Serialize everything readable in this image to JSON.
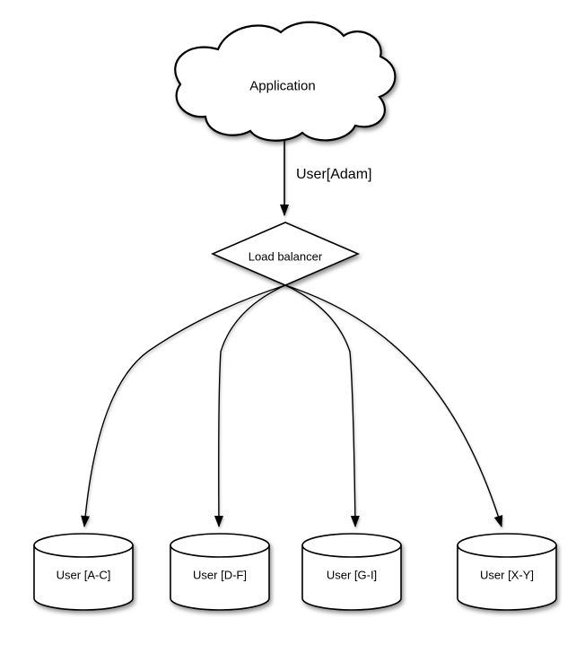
{
  "page": {
    "background_color": "#ffffff",
    "stroke_color": "#000000",
    "shape_fill_color": "#ffffff",
    "text_color": "#000000"
  },
  "diagram": {
    "type": "sharding-architecture-flow",
    "nodes": {
      "application": {
        "label": "Application",
        "shape": "cloud"
      },
      "load_balancer": {
        "label": "Load balancer",
        "shape": "diamond"
      },
      "shards": [
        {
          "label": "User [A-C]",
          "shape": "cylinder"
        },
        {
          "label": "User [D-F]",
          "shape": "cylinder"
        },
        {
          "label": "User [G-I]",
          "shape": "cylinder"
        },
        {
          "label": "User [X-Y]",
          "shape": "cylinder"
        }
      ]
    },
    "edges": {
      "app_to_lb": {
        "from": "Application",
        "to": "Load balancer",
        "label": "User[Adam]",
        "style": "straight-arrow"
      },
      "lb_to_shards": [
        {
          "from": "Load balancer",
          "to": "User [A-C]",
          "style": "curved-arrow"
        },
        {
          "from": "Load balancer",
          "to": "User [D-F]",
          "style": "curved-arrow"
        },
        {
          "from": "Load balancer",
          "to": "User [G-I]",
          "style": "curved-arrow"
        },
        {
          "from": "Load balancer",
          "to": "User [X-Y]",
          "style": "curved-arrow"
        }
      ]
    }
  }
}
